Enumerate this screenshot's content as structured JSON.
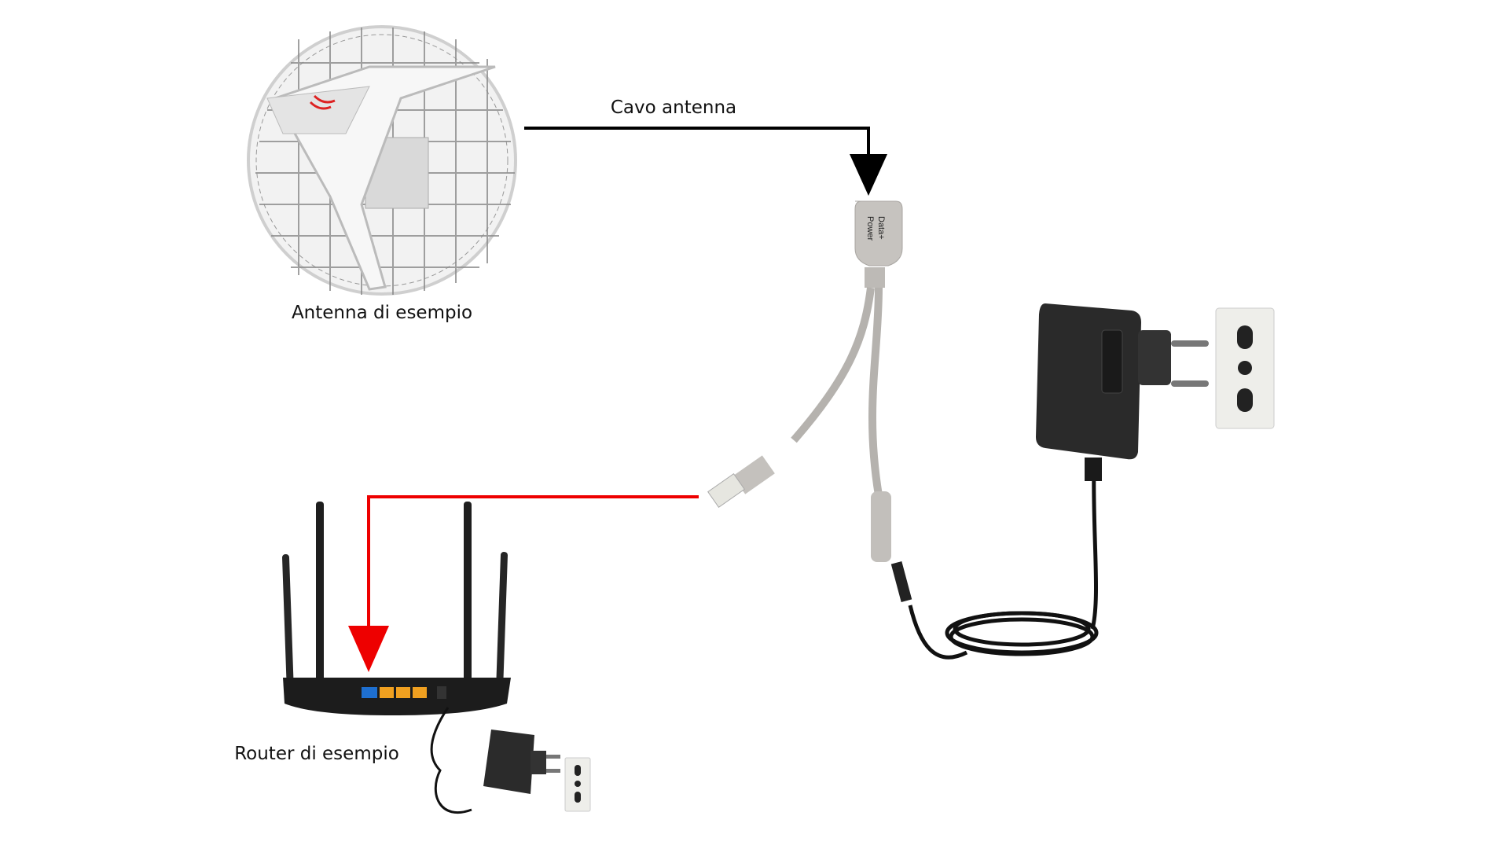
{
  "labels": {
    "antenna": "Antenna di esempio",
    "cable": "Cavo antenna",
    "router": "Router di esempio",
    "injector_text": "Data+ Power"
  },
  "colors": {
    "antenna_line": "#000000",
    "router_line": "#ee0000"
  }
}
